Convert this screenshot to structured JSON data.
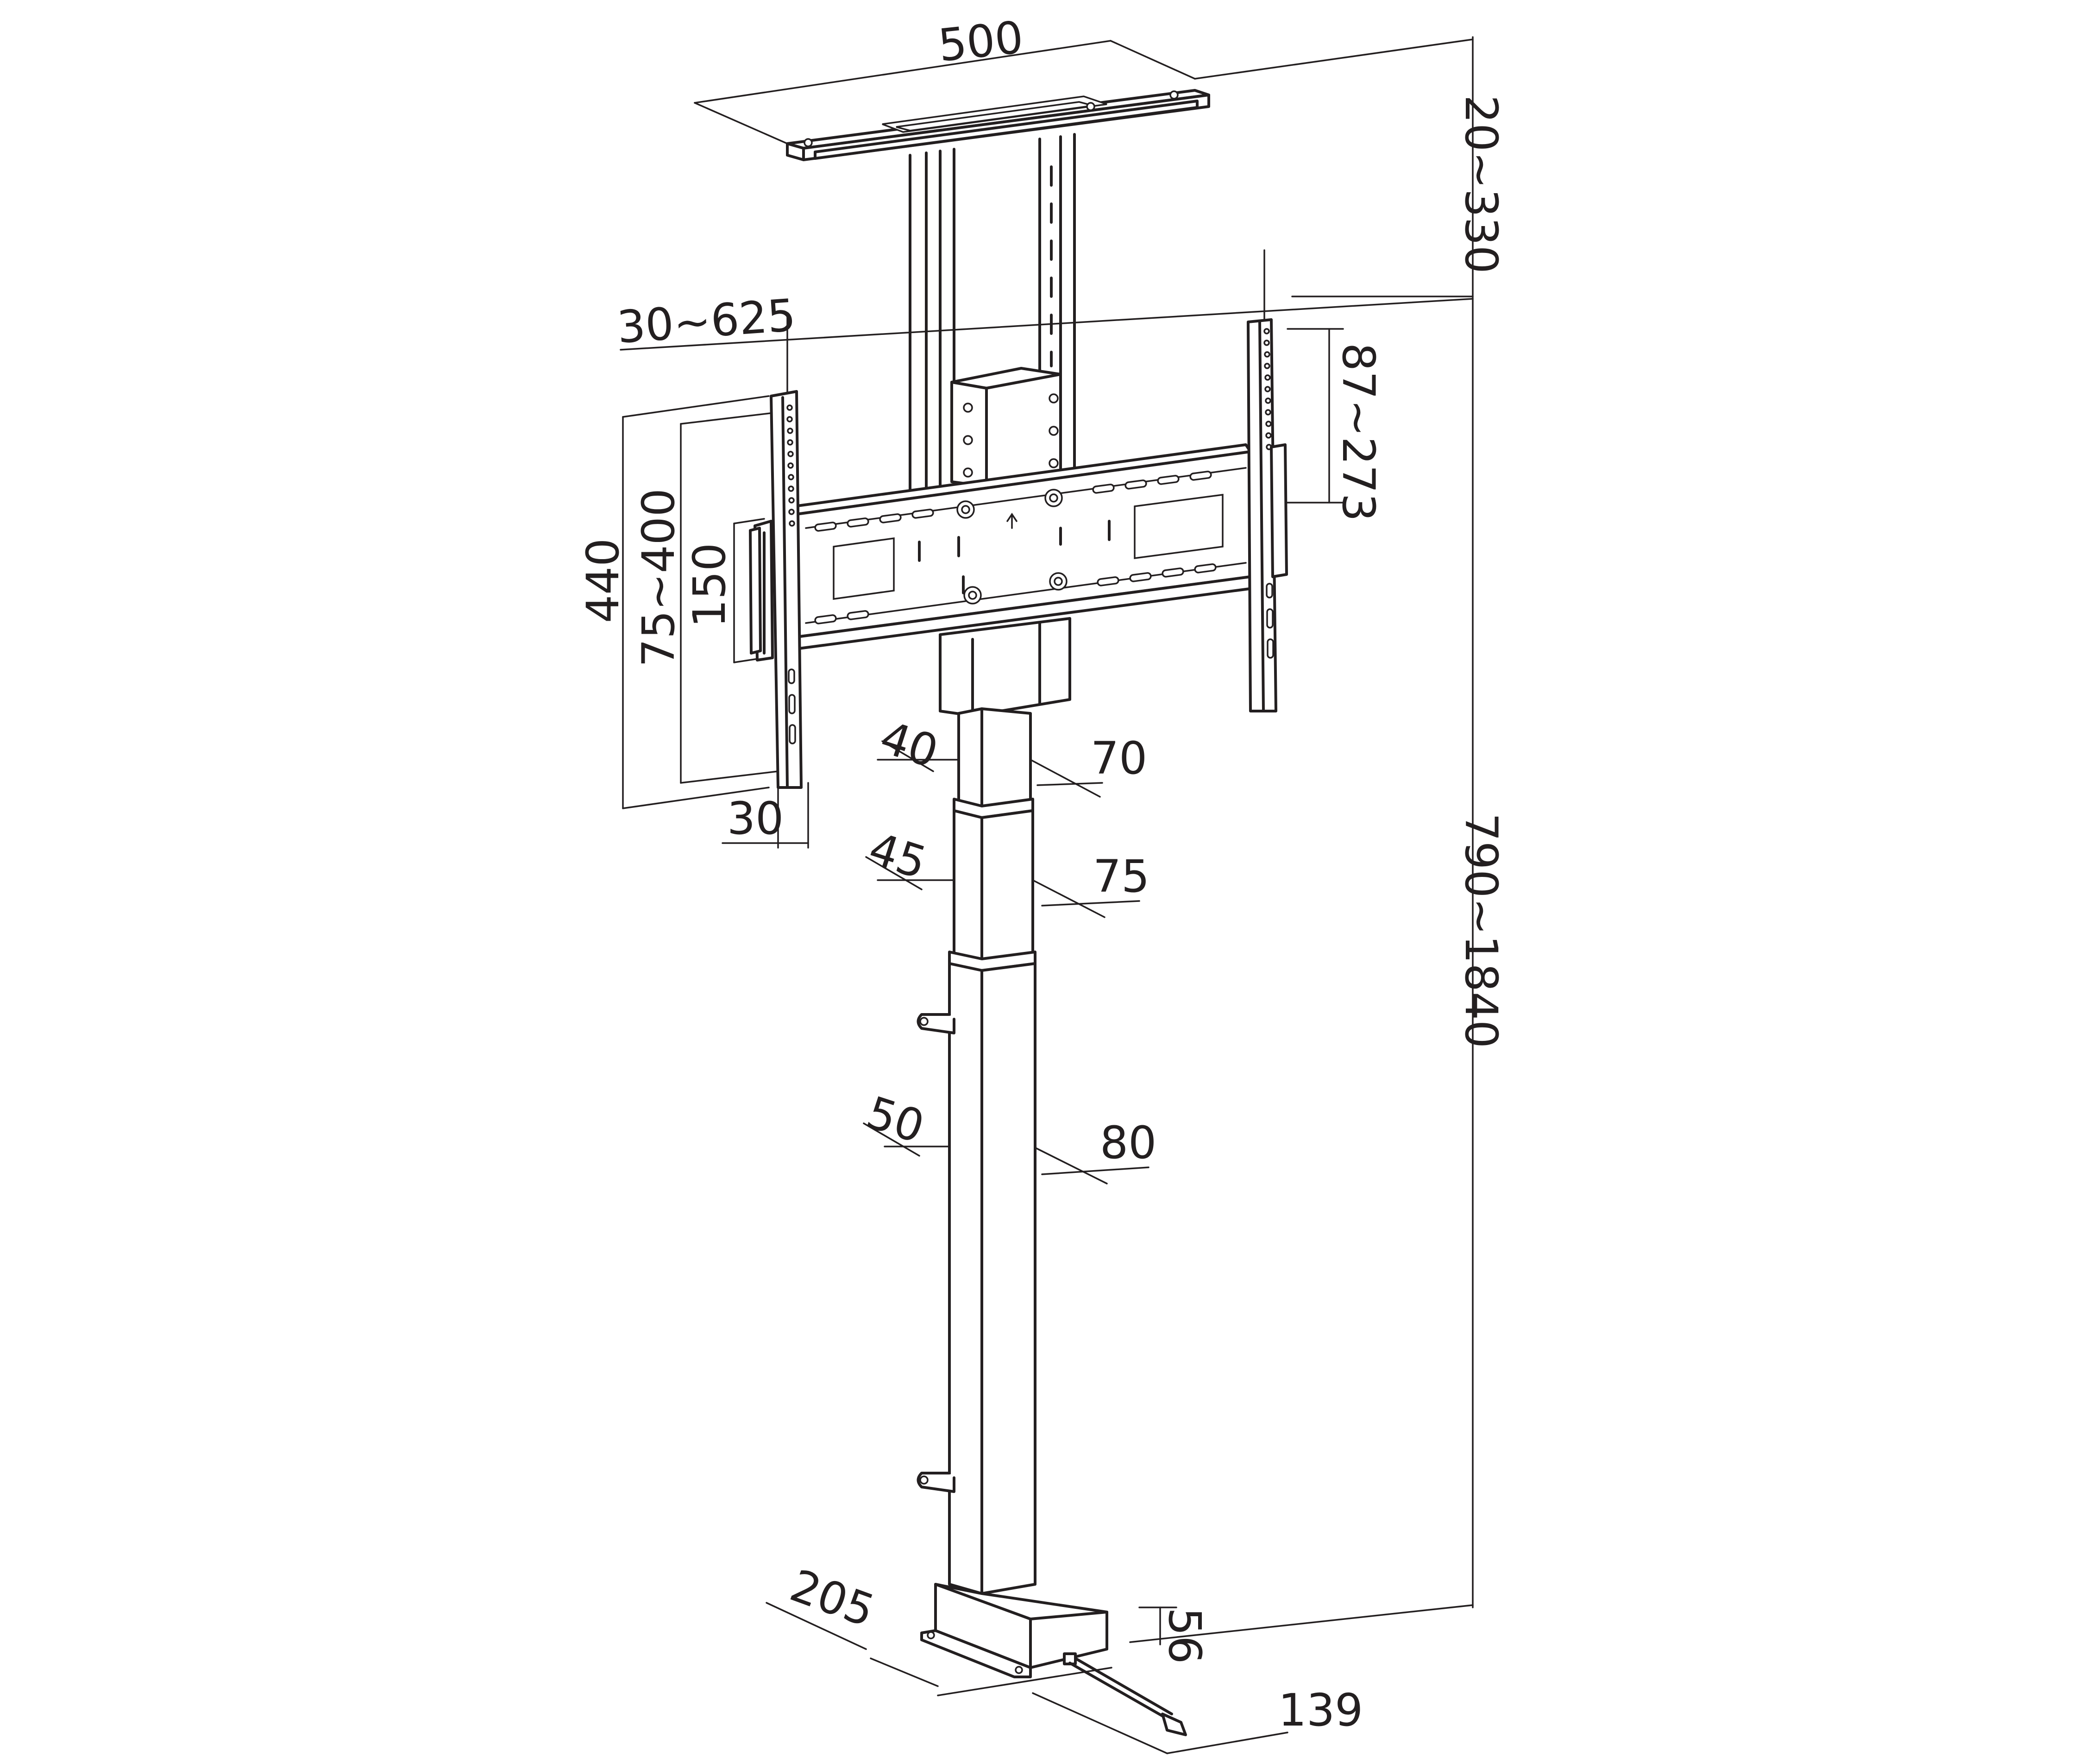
{
  "dimensions": {
    "ceiling_plate_width": "500",
    "column_top_adjust": "20~330",
    "bracket_spread": "30~625",
    "bracket_vertical_adjust": "87~273",
    "bracket_height": "440",
    "vesa_vertical": "75~400",
    "tilt_plate": "150",
    "bracket_depth": "30",
    "tube1_depth": "40",
    "tube1_width": "70",
    "tube2_depth": "45",
    "tube2_width": "75",
    "tube3_depth": "50",
    "tube3_width": "80",
    "total_height": "790~1840",
    "base_depth": "205",
    "base_height": "56",
    "base_width": "139"
  }
}
